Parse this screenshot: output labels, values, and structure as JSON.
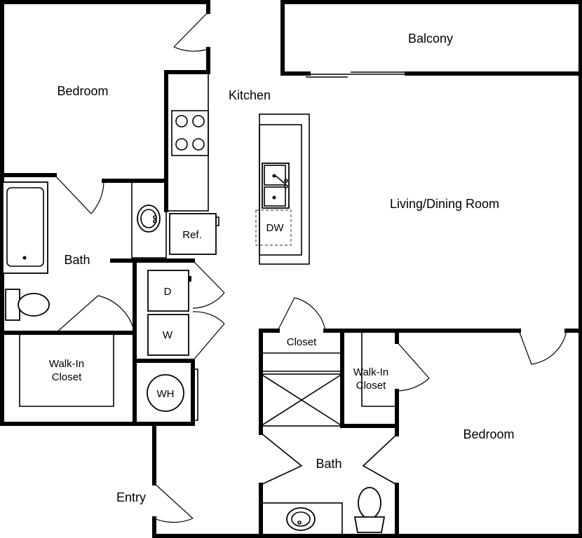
{
  "rooms": {
    "balcony": "Balcony",
    "bedroom_left": "Bedroom",
    "kitchen": "Kitchen",
    "living_dining": "Living/Dining Room",
    "bath_left": "Bath",
    "walkin_left_line1": "Walk-In",
    "walkin_left_line2": "Closet",
    "closet": "Closet",
    "walkin_right_line1": "Walk-In",
    "walkin_right_line2": "Closet",
    "bedroom_right": "Bedroom",
    "bath_right": "Bath",
    "entry": "Entry"
  },
  "fixtures": {
    "refrigerator": "Ref.",
    "dishwasher": "DW",
    "dryer": "D",
    "washer": "W",
    "water_heater": "WH"
  },
  "colors": {
    "wall": "#000000",
    "background": "#ffffff"
  }
}
